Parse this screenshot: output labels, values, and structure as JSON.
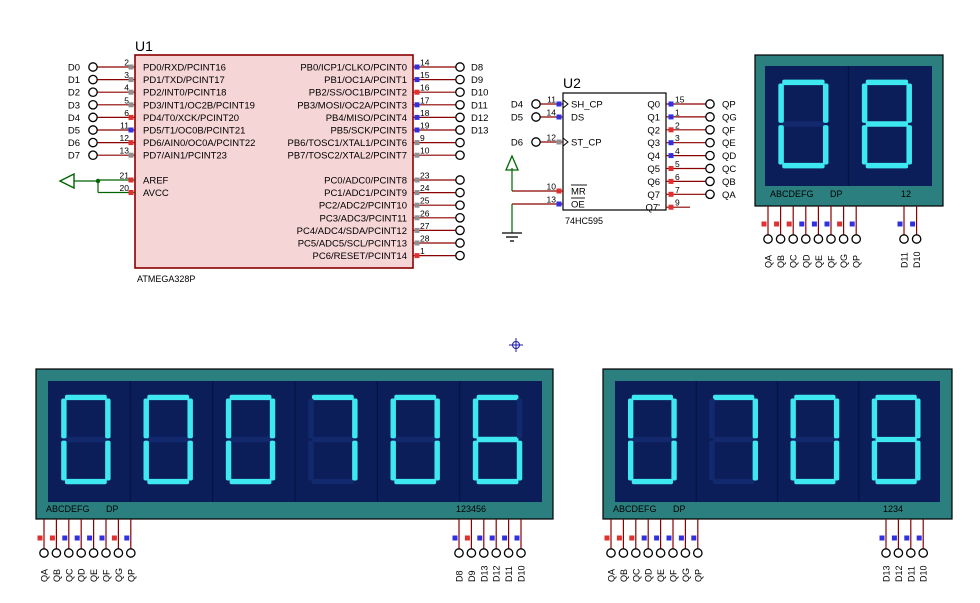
{
  "u1": {
    "ref": "U1",
    "part": "ATMEGA328P",
    "left_pins": [
      {
        "net": "D0",
        "num": "2",
        "name": "PD0/RXD/PCINT16",
        "dot": "#909090"
      },
      {
        "net": "D1",
        "num": "3",
        "name": "PD1/TXD/PCINT17",
        "dot": "#909090"
      },
      {
        "net": "D2",
        "num": "4",
        "name": "PD2/INT0/PCINT18",
        "dot": "#909090"
      },
      {
        "net": "D3",
        "num": "5",
        "name": "PD3/INT1/OC2B/PCINT19",
        "dot": "#909090"
      },
      {
        "net": "D4",
        "num": "6",
        "name": "PD4/T0/XCK/PCINT20",
        "dot": "#e03030"
      },
      {
        "net": "D5",
        "num": "11",
        "name": "PD5/T1/OC0B/PCINT21",
        "dot": "#3030e0"
      },
      {
        "net": "D6",
        "num": "12",
        "name": "PD6/AIN0/OC0A/PCINT22",
        "dot": "#e03030"
      },
      {
        "net": "D7",
        "num": "13",
        "name": "PD7/AIN1/PCINT23",
        "dot": "#909090"
      }
    ],
    "aref_pins": [
      {
        "num": "21",
        "name": "AREF",
        "dot": "#e03030"
      },
      {
        "num": "20",
        "name": "AVCC",
        "dot": "#e03030"
      }
    ],
    "right_pins": [
      {
        "net": "D8",
        "num": "14",
        "name": "PB0/ICP1/CLKO/PCINT0",
        "dot": "#3030e0"
      },
      {
        "net": "D9",
        "num": "15",
        "name": "PB1/OC1A/PCINT1",
        "dot": "#3030e0"
      },
      {
        "net": "D10",
        "num": "16",
        "name": "PB2/SS/OC1B/PCINT2",
        "dot": "#e03030"
      },
      {
        "net": "D11",
        "num": "17",
        "name": "PB3/MOSI/OC2A/PCINT3",
        "dot": "#3030e0"
      },
      {
        "net": "D12",
        "num": "18",
        "name": "PB4/MISO/PCINT4",
        "dot": "#3030e0"
      },
      {
        "net": "D13",
        "num": "19",
        "name": "PB5/SCK/PCINT5",
        "dot": "#3030e0"
      },
      {
        "net": "",
        "num": "9",
        "name": "PB6/TOSC1/XTAL1/PCINT6",
        "dot": "#909090"
      },
      {
        "net": "",
        "num": "10",
        "name": "PB7/TOSC2/XTAL2/PCINT7",
        "dot": "#909090"
      }
    ],
    "right_pins2": [
      {
        "num": "23",
        "name": "PC0/ADC0/PCINT8",
        "dot": "#909090"
      },
      {
        "num": "24",
        "name": "PC1/ADC1/PCINT9",
        "dot": "#909090"
      },
      {
        "num": "25",
        "name": "PC2/ADC2/PCINT10",
        "dot": "#909090"
      },
      {
        "num": "26",
        "name": "PC3/ADC3/PCINT11",
        "dot": "#909090"
      },
      {
        "num": "27",
        "name": "PC4/ADC4/SDA/PCINT12",
        "dot": "#909090"
      },
      {
        "num": "28",
        "name": "PC5/ADC5/SCL/PCINT13",
        "dot": "#909090"
      },
      {
        "num": "1",
        "name": "PC6/RESET/PCINT14",
        "dot": "#e03030"
      }
    ]
  },
  "u2": {
    "ref": "U2",
    "part": "74HC595",
    "left_pins": [
      {
        "net": "D4",
        "num": "11",
        "name": "SH_CP",
        "dot": "#3030e0"
      },
      {
        "net": "D5",
        "num": "14",
        "name": "DS",
        "dot": "#3030e0"
      },
      {
        "net": "D6",
        "num": "12",
        "name": "ST_CP",
        "dot": "#909090"
      },
      {
        "net": "",
        "num": "10",
        "name": "MR",
        "dot": "#e03030"
      },
      {
        "net": "",
        "num": "13",
        "name": "OE",
        "dot": "#3030e0"
      }
    ],
    "right_pins": [
      {
        "net": "QP",
        "num": "15",
        "name": "Q0",
        "dot": "#3030e0"
      },
      {
        "net": "QG",
        "num": "1",
        "name": "Q1",
        "dot": "#3030e0"
      },
      {
        "net": "QF",
        "num": "2",
        "name": "Q2",
        "dot": "#e03030"
      },
      {
        "net": "QE",
        "num": "3",
        "name": "Q3",
        "dot": "#3030e0"
      },
      {
        "net": "QD",
        "num": "4",
        "name": "Q4",
        "dot": "#3030e0"
      },
      {
        "net": "QC",
        "num": "5",
        "name": "Q5",
        "dot": "#e03030"
      },
      {
        "net": "QB",
        "num": "6",
        "name": "Q6",
        "dot": "#e03030"
      },
      {
        "net": "QA",
        "num": "7",
        "name": "Q7",
        "dot": "#e03030"
      },
      {
        "net": "",
        "num": "9",
        "name": "Q7'",
        "dot": "#e03030"
      }
    ]
  },
  "displays": [
    {
      "digits": [
        "0",
        "8"
      ],
      "seg_label": "ABCDEFG",
      "dp_label": "DP",
      "digit_label": "12",
      "seg_nets": [
        "QA",
        "QB",
        "QC",
        "QD",
        "QE",
        "QF",
        "QG",
        "QP"
      ],
      "seg_dots": [
        "#e03030",
        "#e03030",
        "#e03030",
        "#3030e0",
        "#3030e0",
        "#3030e0",
        "#e03030",
        "#3030e0"
      ],
      "dig_nets": [
        "D11",
        "D10"
      ],
      "dig_dots": [
        "#3030e0",
        "#3030e0"
      ]
    },
    {
      "digits": [
        "0",
        "0",
        "0",
        "7",
        "0",
        "6"
      ],
      "seg_label": "ABCDEFG",
      "dp_label": "DP",
      "digit_label": "123456",
      "seg_nets": [
        "QA",
        "QB",
        "QC",
        "QD",
        "QE",
        "QF",
        "QG",
        "QP"
      ],
      "seg_dots": [
        "#e03030",
        "#e03030",
        "#3030e0",
        "#3030e0",
        "#3030e0",
        "#3030e0",
        "#e03030",
        "#3030e0"
      ],
      "dig_nets": [
        "D8",
        "D9",
        "D13",
        "D12",
        "D11",
        "D10"
      ],
      "dig_dots": [
        "#3030e0",
        "#e03030",
        "#3030e0",
        "#3030e0",
        "#3030e0",
        "#3030e0"
      ]
    },
    {
      "digits": [
        "0",
        "7",
        "0",
        "8"
      ],
      "seg_label": "ABCDEFG",
      "dp_label": "DP",
      "digit_label": "1234",
      "seg_nets": [
        "QA",
        "QB",
        "QC",
        "QD",
        "QE",
        "QF",
        "QG",
        "QP"
      ],
      "seg_dots": [
        "#e03030",
        "#e03030",
        "#e03030",
        "#3030e0",
        "#3030e0",
        "#3030e0",
        "#3030e0",
        "#3030e0"
      ],
      "dig_nets": [
        "D13",
        "D12",
        "D11",
        "D10"
      ],
      "dig_dots": [
        "#3030e0",
        "#3030e0",
        "#3030e0",
        "#3030e0"
      ]
    }
  ],
  "colors": {
    "chip_fill": "#f5d5d5",
    "chip_border": "#8b0000",
    "display_frame": "#2c7f7f",
    "display_screen": "#0b1e5a",
    "segment_on": "#3ee8f0",
    "segment_off": "#13296e"
  }
}
